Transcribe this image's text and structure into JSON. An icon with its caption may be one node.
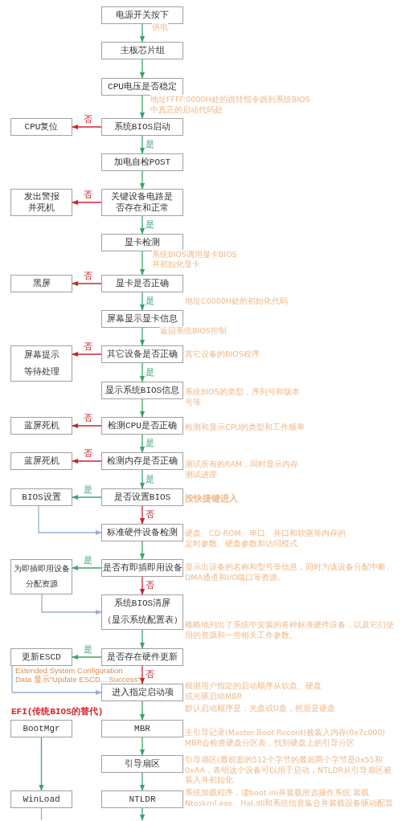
{
  "diagram": {
    "nodes": [
      {
        "text": [
          "电源开关按下"
        ]
      },
      {
        "text": [
          "主板芯片组"
        ]
      },
      {
        "text": [
          "CPU电压是否稳定"
        ]
      },
      {
        "text": [
          "CPU复位"
        ]
      },
      {
        "text": [
          "系统BIOS启动"
        ]
      },
      {
        "text": [
          "加电自检POST"
        ]
      },
      {
        "text": [
          "发出警报并死机"
        ]
      },
      {
        "text": [
          "关键设备电路是否存在和正常"
        ]
      },
      {
        "text": [
          "显卡检测"
        ]
      },
      {
        "text": [
          "黑屏"
        ]
      },
      {
        "text": [
          "显卡是否正确"
        ],
        "beside": [
          "地址C0000H处的初始化代码"
        ]
      },
      {
        "text": [
          "屏幕显示显卡信息"
        ]
      },
      {
        "text": [
          "屏幕提示等待处理"
        ]
      },
      {
        "text": [
          "其它设备是否正确"
        ],
        "beside": [
          "其它设备的BIOS程序"
        ]
      },
      {
        "text": [
          "显示系统BIOS信息"
        ],
        "beside": [
          "系统BIOS的类型，序列号和版本号等"
        ]
      },
      {
        "text": [
          "蓝屏死机"
        ]
      },
      {
        "text": [
          "检测CPU是否正确"
        ],
        "beside": [
          "检测和显示CPU的类型和工作频率"
        ]
      },
      {
        "text": [
          "蓝屏死机"
        ]
      },
      {
        "text": [
          "检测内存是否正确"
        ],
        "beside": [
          "测试所有的RAM，同时显示内存测试进度"
        ]
      },
      {
        "text": [
          "BIOS设置"
        ]
      },
      {
        "text": [
          "是否设置BIOS"
        ],
        "beside": [
          "按快捷键进入"
        ]
      },
      {
        "text": [
          "标准硬件设备检测"
        ],
        "beside": [
          "硬盘、CD-ROM、串口、并口和软驱等内存的定时参数、硬盘参数和访问模式"
        ]
      },
      {
        "text": [
          "为即插即用设备分配资源"
        ]
      },
      {
        "text": [
          "是否有即插即用设备"
        ],
        "beside": [
          "显示出设备的名称和型号等信息，同时为该设备分配中断、DMA通道和I/O端口等资源。"
        ]
      },
      {
        "text": [
          "系统BIOS清屏",
          "（显示系统配置表）"
        ],
        "beside": [
          "概略地列出了系统中安装的各种标准硬件设备，以及它们使用的资源和一些相关工作参数。"
        ]
      },
      {
        "text": [
          "是否存在硬件更新"
        ]
      },
      {
        "text": [
          "更新ESCD"
        ]
      },
      {
        "text": [
          "进入指定启动项"
        ],
        "beside": [
          "根据用户指定的启动顺序从软盘、硬盘或光驱启动MBR",
          "默认启动顺序是：光盘或U盘，然后是硬盘"
        ]
      },
      {
        "text": [
          "BootMgr"
        ]
      },
      {
        "text": [
          "MBR"
        ],
        "beside": [
          "主引导记录(Master Boot Record)被装入内存(0x7c000) MBR会检查硬盘分区表，找到硬盘上的引导分区"
        ]
      },
      {
        "text": [
          "引导扇区"
        ],
        "beside": [
          "引导扇区(最前面的512个字节的最后两个字节是0x55和0xAA，表明这个设备可以用于启动，NTLDR从引导扇区被装入并初始化"
        ]
      },
      {
        "text": [
          "WinLoad"
        ]
      },
      {
        "text": [
          "NTLDR"
        ],
        "beside": [
          "系统加载程序，读boot.ini并装载所选操作系统 装载Ntoskrnl.exe、Hal.dll和系统信息集合并装载设备驱动配置"
        ]
      }
    ],
    "edges": [
      {
        "from": 0,
        "to": 1,
        "arrow": "to",
        "label": "供电"
      },
      {
        "from": 1,
        "to": 2,
        "arrow": "to"
      },
      {
        "from": 2,
        "to": 4,
        "arrow": "to",
        "label": "地址FFFF:0000H处的跳转指令跳到系统BIOS中真正的启动代码处"
      },
      {
        "from": 4,
        "to": 3,
        "arrow": "to",
        "label": "否",
        "color": "#c8242b"
      },
      {
        "from": 4,
        "to": 5,
        "arrow": "to",
        "label": "是"
      },
      {
        "from": 5,
        "to": 7,
        "arrow": "to"
      },
      {
        "from": 7,
        "to": 6,
        "arrow": "to",
        "label": "否",
        "color": "#c8242b"
      },
      {
        "from": 7,
        "to": 8,
        "arrow": "to",
        "label": "是"
      },
      {
        "from": 8,
        "to": 10,
        "arrow": "to",
        "label": "系统BIOS调用显卡BIOS并初始化显卡"
      },
      {
        "from": 10,
        "to": 9,
        "arrow": "to",
        "label": "否",
        "color": "#c8242b"
      },
      {
        "from": 10,
        "to": 11,
        "arrow": "to",
        "label": "是"
      },
      {
        "from": 11,
        "to": 13,
        "arrow": "to",
        "label": "返回系统BIOS控制"
      },
      {
        "from": 13,
        "to": 12,
        "arrow": "to",
        "label": "否",
        "color": "#c8242b"
      },
      {
        "from": 13,
        "to": 14,
        "arrow": "to",
        "label": "是"
      },
      {
        "from": 14,
        "to": 16,
        "arrow": "to"
      },
      {
        "from": 16,
        "to": 15,
        "arrow": "to",
        "label": "否",
        "color": "#c8242b"
      },
      {
        "from": 16,
        "to": 18,
        "arrow": "to",
        "label": "是"
      },
      {
        "from": 18,
        "to": 17,
        "arrow": "to",
        "label": "否",
        "color": "#c8242b"
      },
      {
        "from": 18,
        "to": 20,
        "arrow": "to",
        "label": "是"
      },
      {
        "from": 20,
        "to": 19,
        "arrow": "to",
        "label": "是"
      },
      {
        "from": 20,
        "to": 21,
        "arrow": "to",
        "label": "否",
        "color": "#c8242b"
      },
      {
        "from": 19,
        "to": 21,
        "arrow": "to",
        "color": "#98aed0"
      },
      {
        "from": 21,
        "to": 23,
        "arrow": "to"
      },
      {
        "from": 23,
        "to": 22,
        "arrow": "to",
        "label": "是"
      },
      {
        "from": 23,
        "to": 24,
        "arrow": "to",
        "label": "否",
        "color": "#c8242b"
      },
      {
        "from": 22,
        "to": 24,
        "arrow": "to",
        "color": "#98aed0"
      },
      {
        "from": 24,
        "to": 25,
        "arrow": "to"
      },
      {
        "from": 25,
        "to": 26,
        "arrow": "to",
        "label": "是"
      },
      {
        "from": 25,
        "to": 27,
        "arrow": "to",
        "label": "否",
        "color": "#c8242b"
      },
      {
        "from": 26,
        "to": 27,
        "arrow": "to",
        "color": "#98aed0"
      },
      {
        "from": 27,
        "to": 29,
        "arrow": "to"
      },
      {
        "from": 29,
        "to": 30,
        "arrow": "to"
      },
      {
        "from": 30,
        "to": 32,
        "arrow": "to"
      },
      {
        "from": 28,
        "to": 31,
        "arrow": "to"
      },
      {
        "from": 32,
        "to": null,
        "arrow": "to"
      },
      {
        "from": 31,
        "to": null,
        "arrow": "none",
        "color": "#98aed0"
      }
    ],
    "labels": [
      "Extended System Configuration Data 显示\"Update ESCD... Success\"",
      "EFI(传统BIOS的替代)"
    ]
  }
}
